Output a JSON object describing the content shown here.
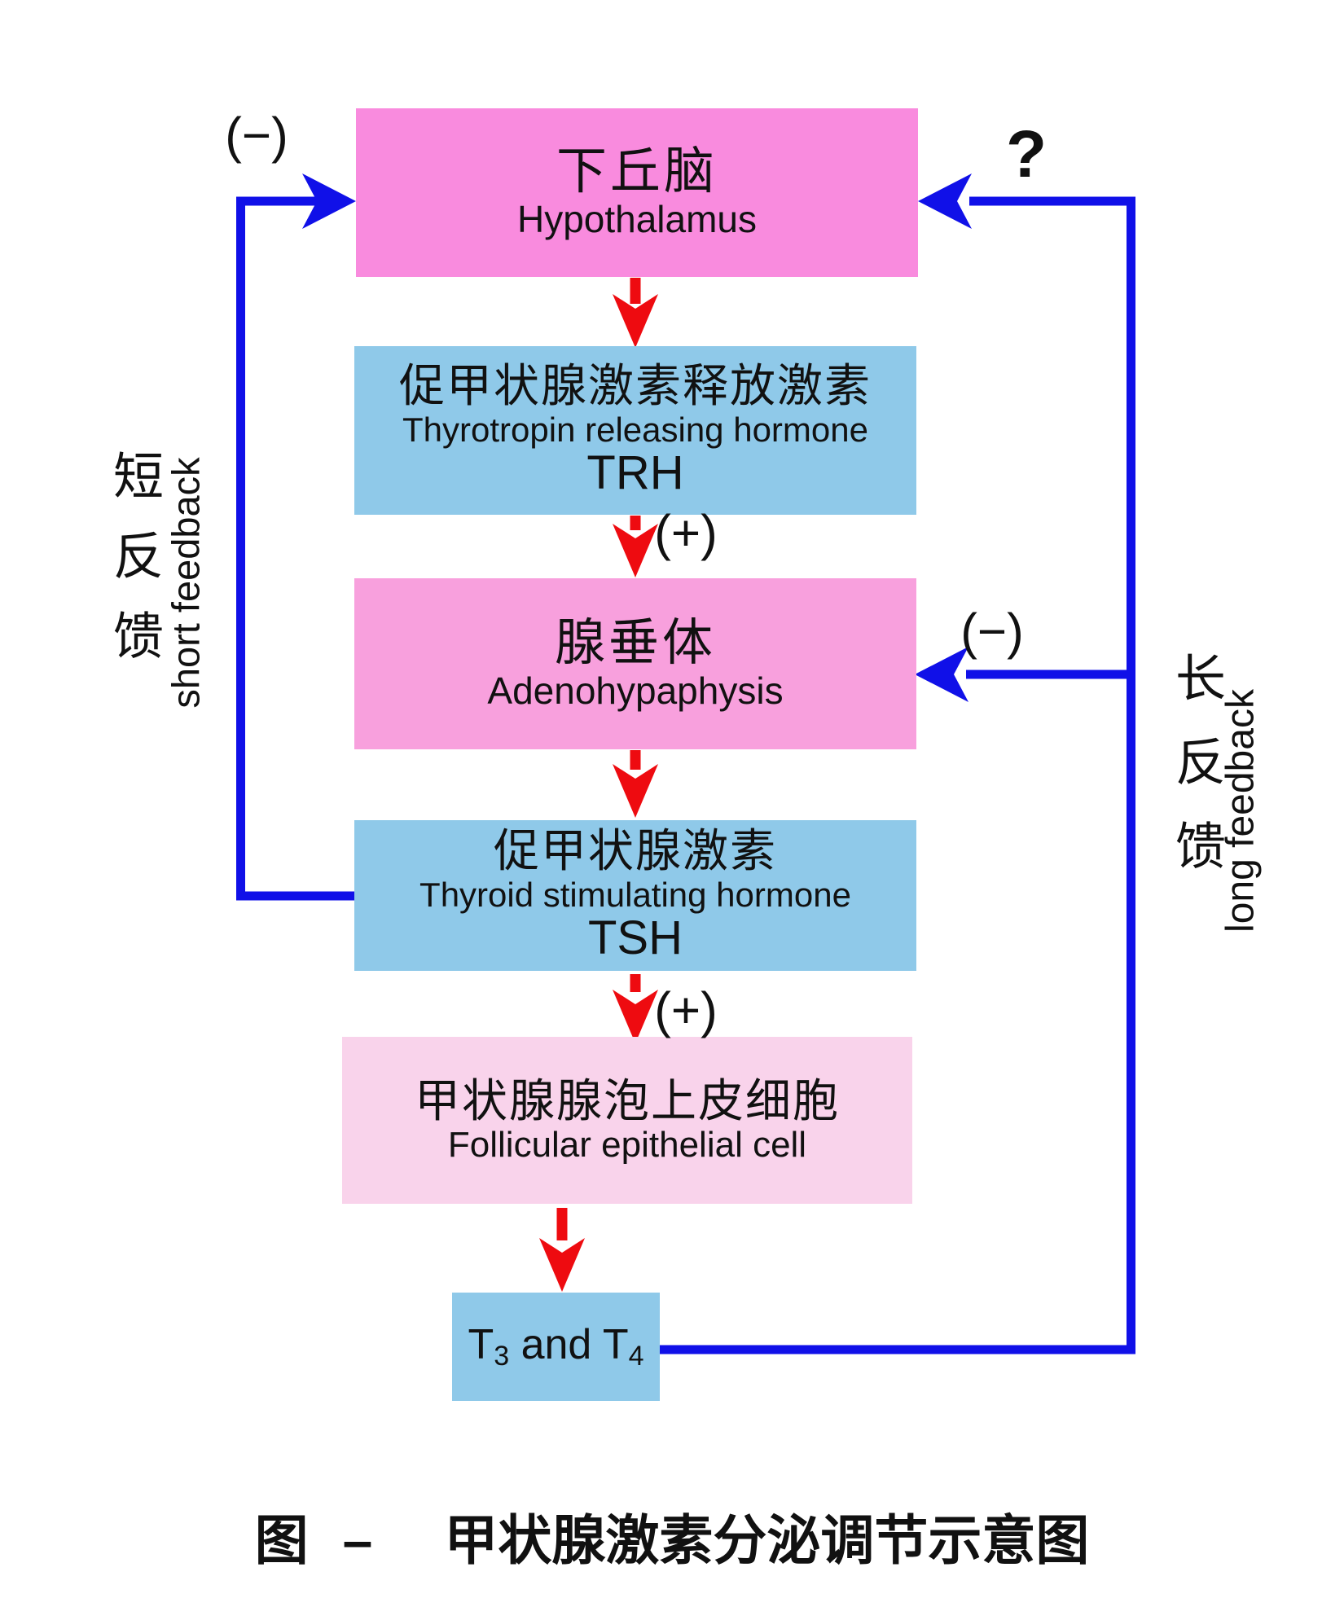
{
  "diagram": {
    "caption": {
      "fig": "图",
      "dash": "–",
      "title": "甲状腺激素分泌调节示意图"
    },
    "nodes": {
      "hypothalamus": {
        "zh": "下丘脑",
        "en": "Hypothalamus"
      },
      "trh": {
        "zh": "促甲状腺激素释放激素",
        "en": "Thyrotropin releasing hormone",
        "abbr": "TRH"
      },
      "adenohypophysis": {
        "zh": "腺垂体",
        "en": "Adenohypaphysis"
      },
      "tsh": {
        "zh": "促甲状腺激素",
        "en": "Thyroid stimulating hormone",
        "abbr": "TSH"
      },
      "follicular": {
        "zh": "甲状腺腺泡上皮细胞",
        "en": "Follicular epithelial cell"
      },
      "t3t4": {
        "t1": "T",
        "sub3": "3",
        "and_word": " and ",
        "t2": "T",
        "sub4": "4"
      }
    },
    "labels": {
      "short_minus": "(−)",
      "trh_plus": "(+)",
      "long_minus": "(−)",
      "tsh_plus": "(+)",
      "question": "?",
      "short_feedback_zh": "短反馈",
      "short_feedback_en": "short feedback",
      "long_feedback_zh": "长反馈",
      "long_feedback_en": "long feedback"
    },
    "colors": {
      "pink_box": "#F98BDE",
      "pink_box_light": "#F8A0DD",
      "pink_box_pale": "#F9D3EB",
      "blue_box": "#8FC9E9",
      "wire_blue": "#1010E8",
      "arrow_red": "#EE0B10",
      "text": "#111111",
      "background": "#FFFFFF"
    }
  }
}
